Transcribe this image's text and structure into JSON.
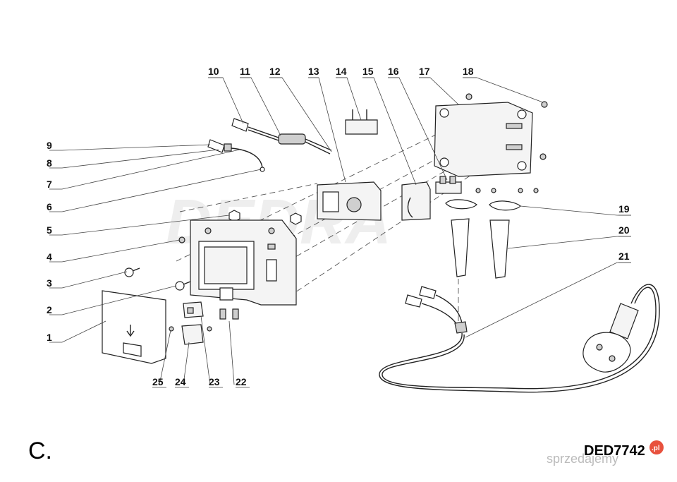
{
  "section_label": "C.",
  "model_code": "DED7742",
  "watermark_logo": "DEDRA",
  "site_watermark": {
    "text": "sprzedajemy",
    "suffix": ".pl"
  },
  "part_numbers": [
    "1",
    "2",
    "3",
    "4",
    "5",
    "6",
    "7",
    "8",
    "9",
    "10",
    "11",
    "12",
    "13",
    "14",
    "15",
    "16",
    "17",
    "18",
    "19",
    "20",
    "21",
    "22",
    "23",
    "24",
    "25"
  ]
}
